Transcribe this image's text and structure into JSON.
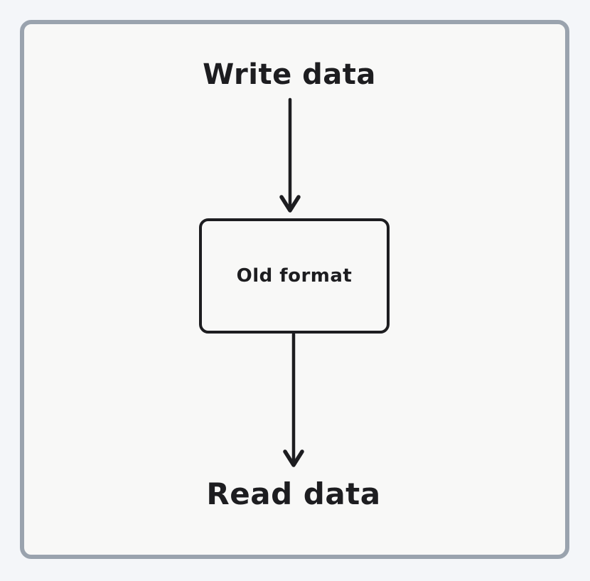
{
  "page": {
    "background": "#f4f6f9",
    "ink_color": "#1d1d20",
    "frame": {
      "border_color": "#9aa3ae",
      "background": "#f8f8f7"
    }
  },
  "diagram": {
    "source_label": "Write data",
    "node": {
      "label": "Old format"
    },
    "sink_label": "Read data"
  }
}
